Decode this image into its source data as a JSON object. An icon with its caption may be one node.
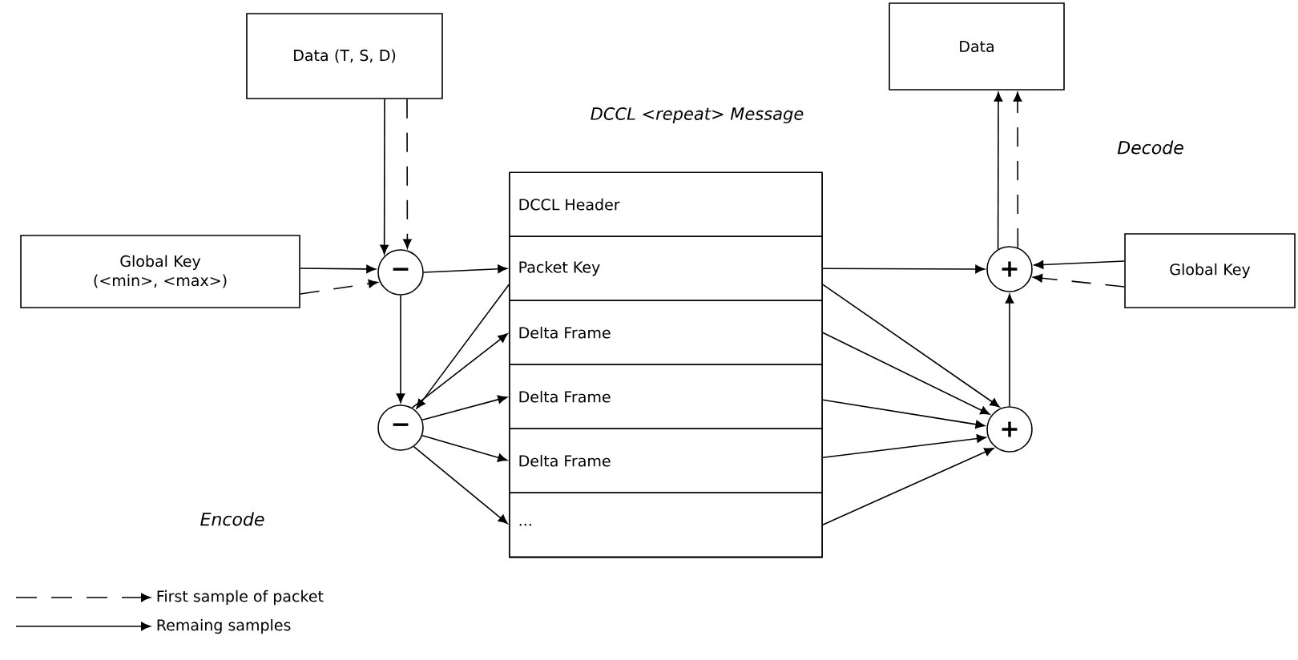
{
  "diagram": {
    "nodes": [
      {
        "text": [
          "Data (T, S, D)"
        ]
      },
      {
        "text": [
          "Global Key (<min>, <max>)"
        ]
      },
      {
        "text": [
          "−"
        ]
      },
      {
        "text": [
          "−"
        ]
      },
      {
        "text": [
          "DCCL <repeat> Message"
        ]
      },
      {
        "text": [
          "DCCL Header"
        ],
        "in": 4
      },
      {
        "text": [
          "Packet Key"
        ],
        "in": 4
      },
      {
        "text": [
          "Delta Frame"
        ],
        "in": 4
      },
      {
        "text": [
          "Delta Frame"
        ],
        "in": 4
      },
      {
        "text": [
          "Delta Frame"
        ],
        "in": 4
      },
      {
        "text": [
          "..."
        ],
        "in": 4
      },
      {
        "text": [
          "+"
        ]
      },
      {
        "text": [
          "+"
        ]
      },
      {
        "text": [
          "Data"
        ]
      },
      {
        "text": [
          "Global Key"
        ]
      }
    ],
    "edges": [
      {
        "from": 0,
        "to": 2,
        "arrow": "to"
      },
      {
        "from": 0,
        "to": 2,
        "arrow": "to",
        "style": "dashed"
      },
      {
        "from": 1,
        "to": 2,
        "arrow": "to"
      },
      {
        "from": 1,
        "to": 2,
        "arrow": "to",
        "style": "dashed"
      },
      {
        "from": 2,
        "to": 6,
        "arrow": "to"
      },
      {
        "from": 2,
        "to": 3,
        "arrow": "to"
      },
      {
        "from": 6,
        "to": 3,
        "arrow": "to"
      },
      {
        "from": 3,
        "to": 7,
        "arrow": "to"
      },
      {
        "from": 3,
        "to": 8,
        "arrow": "to"
      },
      {
        "from": 3,
        "to": 9,
        "arrow": "to"
      },
      {
        "from": 3,
        "to": 10,
        "arrow": "to"
      },
      {
        "from": 6,
        "to": 11,
        "arrow": "to"
      },
      {
        "from": 6,
        "to": 12,
        "arrow": "to"
      },
      {
        "from": 7,
        "to": 12,
        "arrow": "to"
      },
      {
        "from": 8,
        "to": 12,
        "arrow": "to"
      },
      {
        "from": 9,
        "to": 12,
        "arrow": "to"
      },
      {
        "from": 10,
        "to": 12,
        "arrow": "to"
      },
      {
        "from": 12,
        "to": 11,
        "arrow": "to"
      },
      {
        "from": 14,
        "to": 11,
        "arrow": "to"
      },
      {
        "from": 14,
        "to": 11,
        "arrow": "to",
        "style": "dashed"
      },
      {
        "from": 11,
        "to": 13,
        "arrow": "to"
      },
      {
        "from": 11,
        "to": 13,
        "arrow": "to",
        "style": "dashed"
      }
    ],
    "labels": [
      "Decode",
      "Encode"
    ],
    "legend": [
      {
        "text": "First sample of packet"
      },
      {
        "text": "Remaing samples"
      }
    ]
  }
}
